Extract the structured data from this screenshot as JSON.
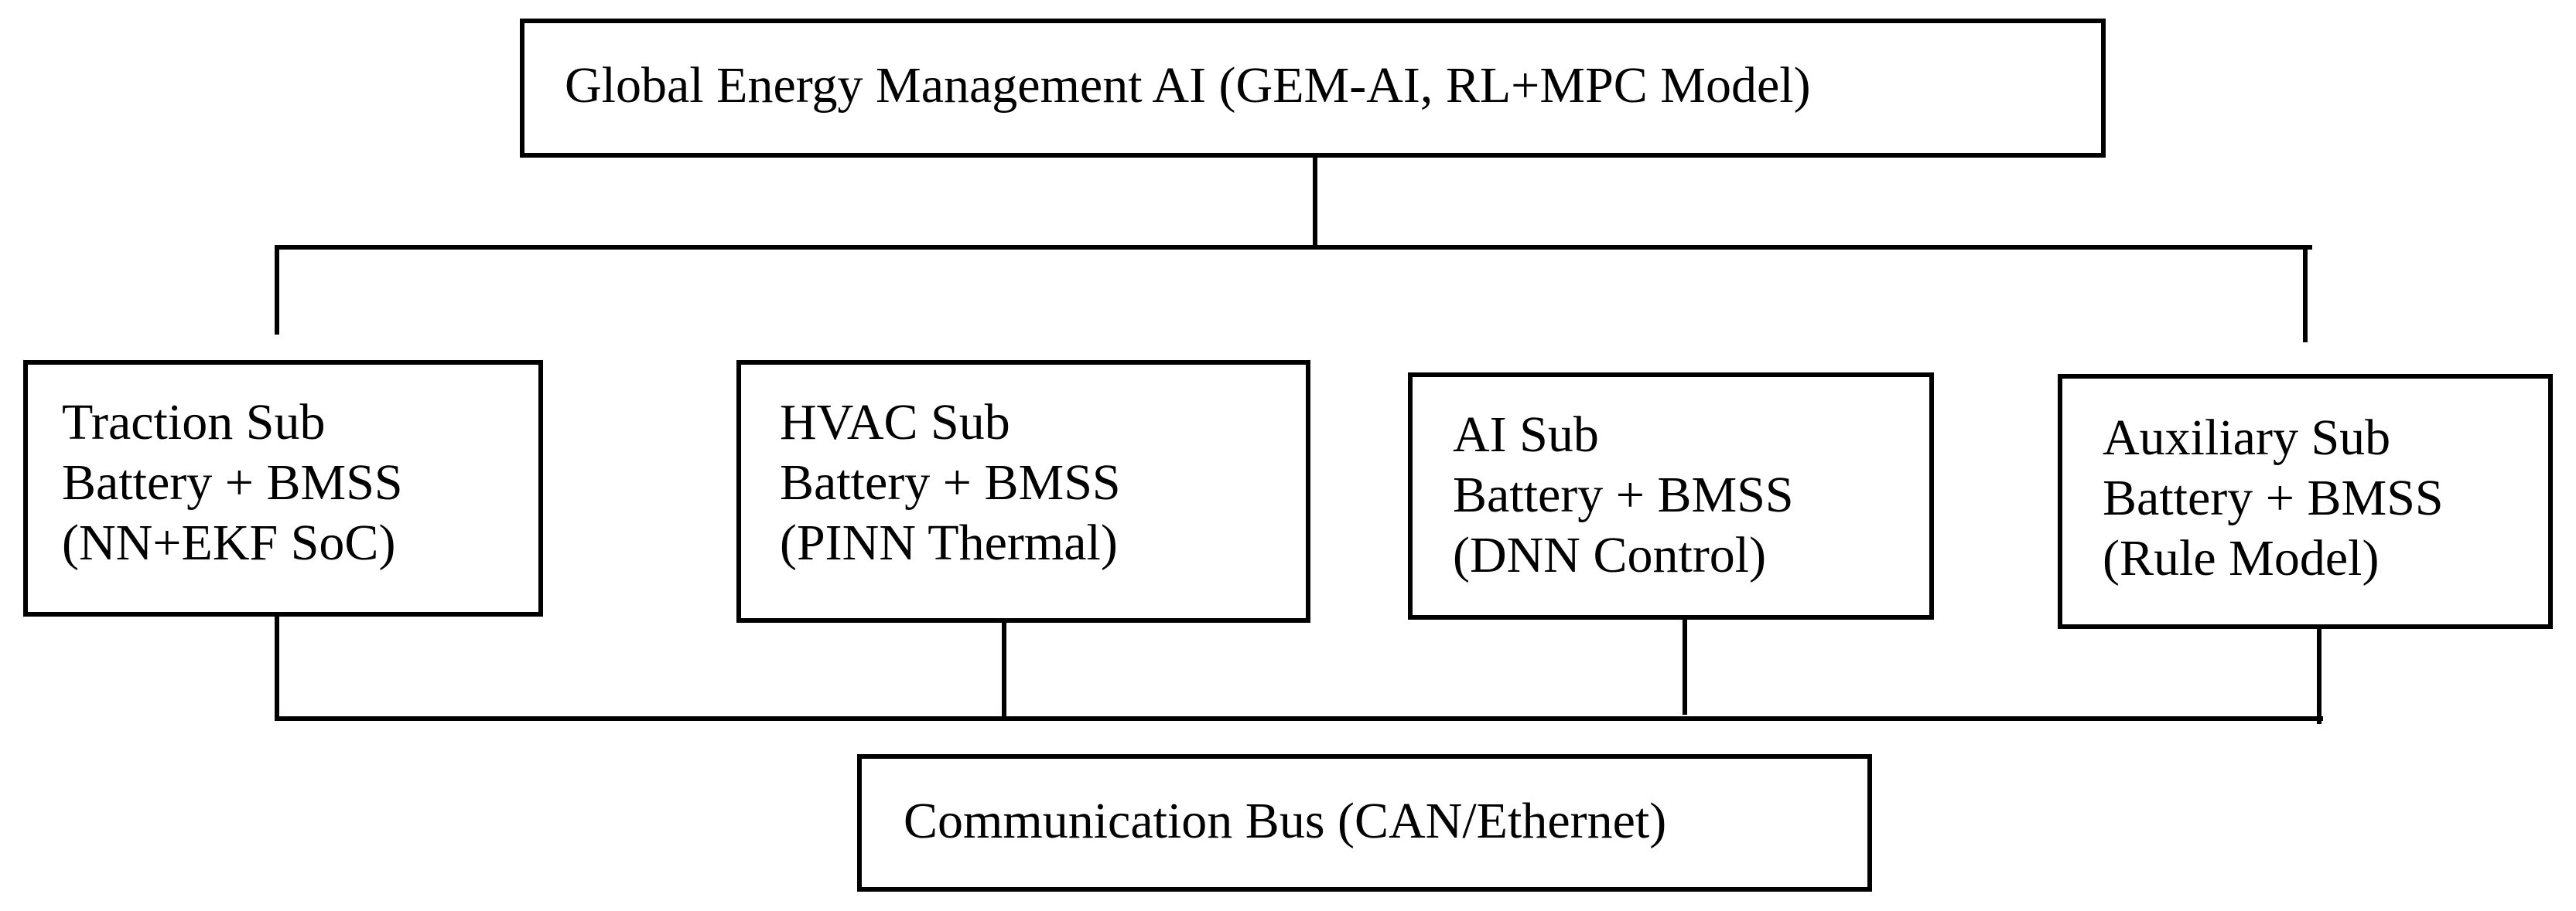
{
  "top": {
    "label": "Global Energy Management AI (GEM-AI, RL+MPC Model)"
  },
  "subsystems": [
    {
      "line1": "Traction Sub",
      "line2": "Battery + BMSS",
      "line3": "(NN+EKF SoC)"
    },
    {
      "line1": "HVAC Sub",
      "line2": "Battery + BMSS",
      "line3": "(PINN Thermal)"
    },
    {
      "line1": "AI Sub",
      "line2": "Battery + BMSS",
      "line3": "(DNN Control)"
    },
    {
      "line1": "Auxiliary Sub",
      "line2": "Battery + BMSS",
      "line3": "(Rule Model)"
    }
  ],
  "bus": {
    "label": "Communication Bus (CAN/Ethernet)"
  },
  "colors": {
    "line": "#000000",
    "background": "#ffffff"
  }
}
